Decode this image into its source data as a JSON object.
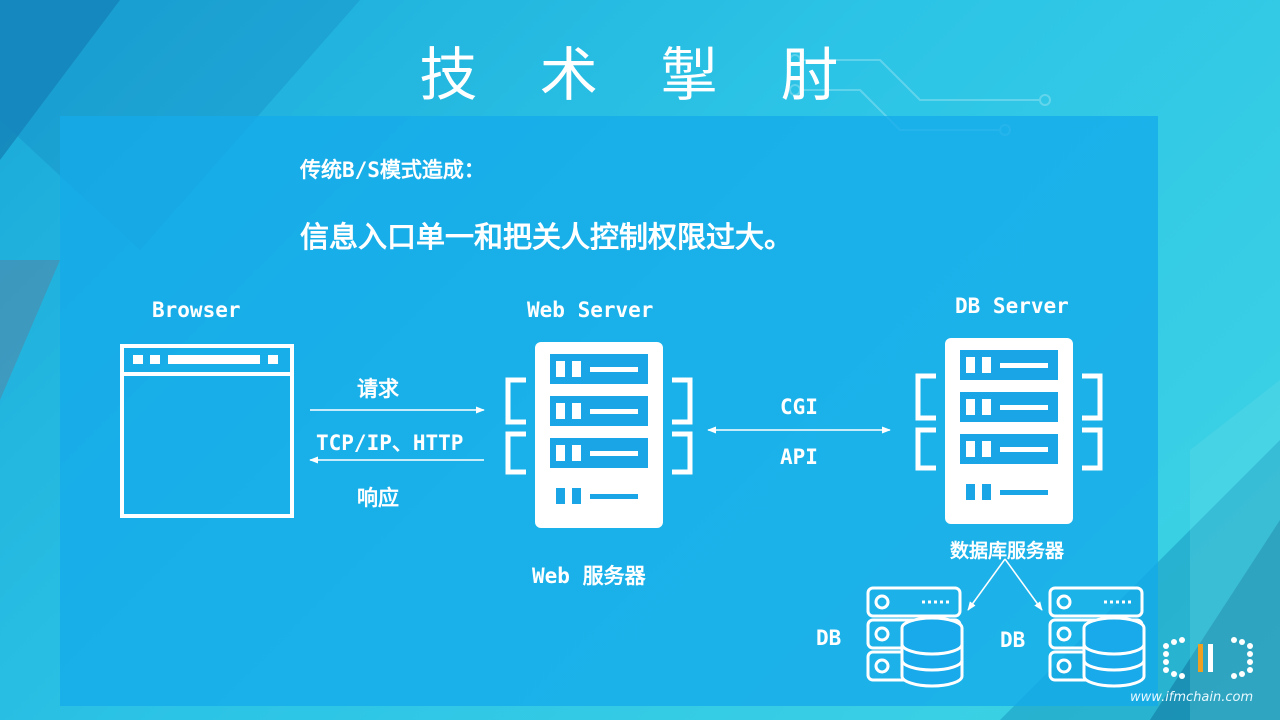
{
  "slide": {
    "title": "技 术 掣 肘",
    "subtitle": "传统B/S模式造成：",
    "headline": "信息入口单一和把关人控制权限过大。"
  },
  "diagram": {
    "browser_label": "Browser",
    "web_server_label": "Web Server",
    "db_server_label": "DB Server",
    "request_label": "请求",
    "protocol_label": "TCP/IP、HTTP",
    "response_label": "响应",
    "cgi_label": "CGI",
    "api_label": "API",
    "web_service_caption": "Web 服务器",
    "db_service_caption": "数据库服务器",
    "db_left_label": "DB",
    "db_right_label": "DB"
  },
  "footer": {
    "url": "www.ifmchain.com"
  },
  "colors": {
    "background": "#2cc4e6",
    "panel": "#19aaeb",
    "foreground": "#ffffff"
  },
  "icons": [
    "browser-window-icon",
    "web-server-icon",
    "db-server-icon",
    "database-icon",
    "ifm-logo-icon"
  ]
}
